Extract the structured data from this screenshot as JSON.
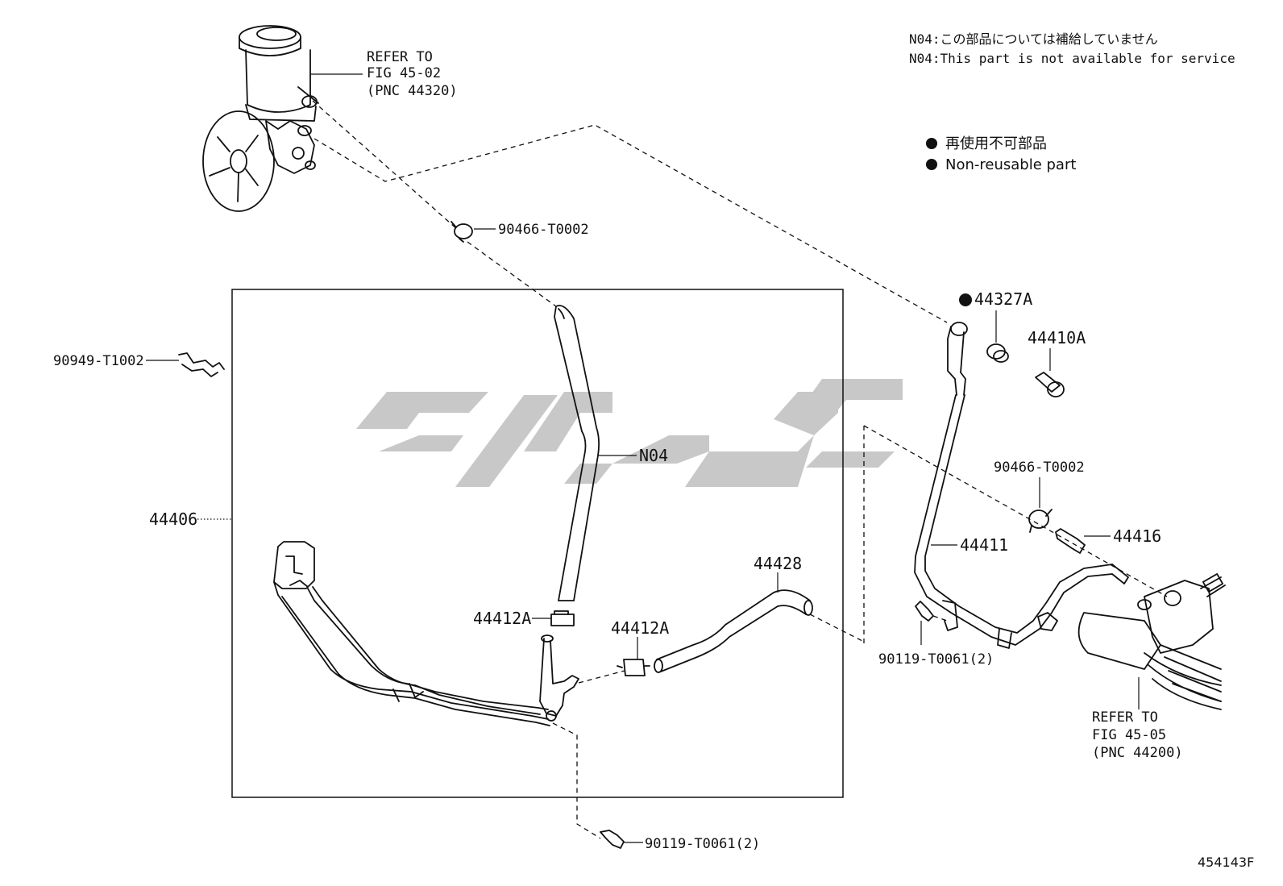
{
  "notes": {
    "n04_jp": "N04:この部品については補給していません",
    "n04_en": "N04:This part is not available for service"
  },
  "legend": {
    "jp": "再使用不可部品",
    "en": "Non-reusable part"
  },
  "refs": {
    "pump": [
      "REFER TO",
      "FIG 45-02",
      "(PNC 44320)"
    ],
    "gear": [
      "REFER TO",
      "FIG 45-05",
      "(PNC 44200)"
    ]
  },
  "parts": {
    "clip_top": "90466-T0002",
    "bracket_left": "90949-T1002",
    "hose_n04": "N04",
    "tube_assy": "44406",
    "clamp_a": "44412A",
    "clamp_b": "44412A",
    "hose_return": "44428",
    "gasket": "44327A",
    "union_bolt": "44410A",
    "clip_right": "90466-T0002",
    "union": "44416",
    "pressure_tube": "44411",
    "bolt_right": "90119-T0061(2)",
    "bolt_bottom": "90119-T0061(2)"
  },
  "figure_id": "454143F",
  "colors": {
    "line": "#111111",
    "watermark": "#c8c8c8",
    "background": "#ffffff"
  }
}
